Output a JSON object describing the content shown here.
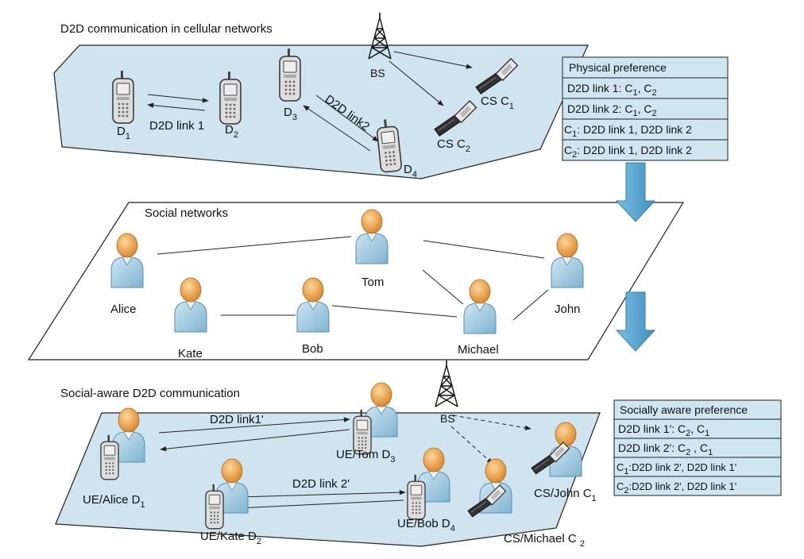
{
  "panels": {
    "top": {
      "title": "D2D communication in cellular networks"
    },
    "middle": {
      "title": "Social networks"
    },
    "bottom": {
      "title": "Social-aware D2D communication"
    }
  },
  "top_nodes": {
    "d1": {
      "main": "D",
      "sub": "1"
    },
    "d2": {
      "main": "D",
      "sub": "2"
    },
    "d3": {
      "main": "D",
      "sub": "3"
    },
    "d4": {
      "main": "D",
      "sub": "4"
    },
    "bs": "BS",
    "c1": {
      "main": "CS C",
      "sub": "1"
    },
    "c2": {
      "main": "CS C",
      "sub": "2"
    }
  },
  "top_links": {
    "link1": "D2D link 1",
    "link2": "D2D link2"
  },
  "physical_table": {
    "header": "Physical preference",
    "rows": [
      {
        "p1": "D2D link 1: C",
        "s1": "1",
        "p2": ", C",
        "s2": "2",
        "p3": ""
      },
      {
        "p1": "D2D link 2: C",
        "s1": "1",
        "p2": ", C",
        "s2": "2",
        "p3": ""
      },
      {
        "p1": "C",
        "s1": "1",
        "p2": ": D2D link 1, D2D link 2",
        "s2": "",
        "p3": ""
      },
      {
        "p1": "C",
        "s1": "2",
        "p2": ": D2D link 1, D2D link 2",
        "s2": "",
        "p3": ""
      }
    ]
  },
  "social_nodes": {
    "alice": "Alice",
    "kate": "Kate",
    "bob": "Bob",
    "tom": "Tom",
    "michael": "Michael",
    "john": "John"
  },
  "bottom_nodes": {
    "alice": {
      "main": "UE/Alice D",
      "sub": "1"
    },
    "tom": {
      "main": "UE/Tom D",
      "sub": "3"
    },
    "kate": {
      "main": "UE/Kate D",
      "sub": "2"
    },
    "bob": {
      "main": "UE/Bob D",
      "sub": "4"
    },
    "john": {
      "main": "CS/John C",
      "sub": "1"
    },
    "michael": {
      "main": "CS/Michael C ",
      "sub": "2"
    },
    "bs": "BS"
  },
  "bottom_links": {
    "link1": "D2D link1'",
    "link2": "D2D link 2'"
  },
  "social_table": {
    "header": "Socially aware preference",
    "rows": [
      {
        "p1": "D2D link 1': C",
        "s1": "2",
        "p2": ", C",
        "s2": "1",
        "p3": ""
      },
      {
        "p1": "D2D link 2': C",
        "s1": "2",
        "p2": " , C",
        "s2": "1",
        "p3": ""
      },
      {
        "p1": "C",
        "s1": "1",
        "p2": ":D2D link 2', D2D link 1'",
        "s2": "",
        "p3": ""
      },
      {
        "p1": "C",
        "s1": "2",
        "p2": ":D2D link 2', D2D link 1'",
        "s2": "",
        "p3": ""
      }
    ]
  },
  "colors": {
    "plane_fill": "#cfe4ee",
    "table_fill": "#cfe6f1",
    "arrow_fill": "#5aa8d2",
    "person_body": "#a9cce0",
    "person_head": "#f0a74b"
  },
  "icons": {
    "phone": "phone-icon",
    "flip_phone": "flip-phone-icon",
    "tower": "tower-icon",
    "person": "person-icon",
    "arrow": "down-arrow-icon"
  }
}
